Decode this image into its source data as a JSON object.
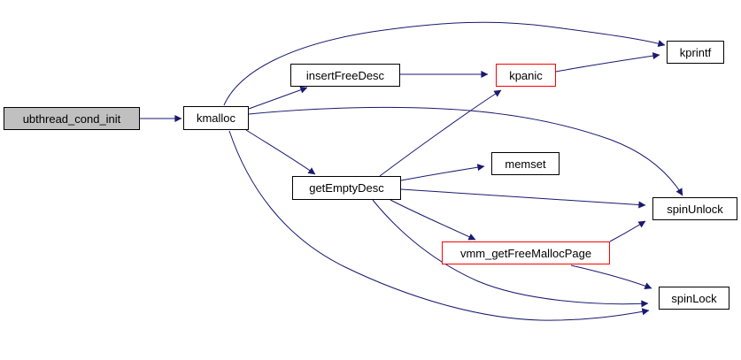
{
  "diagram": {
    "kind": "call-graph",
    "colors": {
      "background": "#ffffff",
      "edge": "#191970",
      "node_border": "#000000",
      "node_fill": "#ffffff",
      "root_fill": "#c0c0c0",
      "alert_border": "#ff0000",
      "text": "#000000"
    },
    "nodes": [
      {
        "id": "ubthread_cond_init",
        "label": "ubthread_cond_init",
        "style": "root"
      },
      {
        "id": "kmalloc",
        "label": "kmalloc",
        "style": "normal"
      },
      {
        "id": "insertFreeDesc",
        "label": "insertFreeDesc",
        "style": "normal"
      },
      {
        "id": "kpanic",
        "label": "kpanic",
        "style": "alert"
      },
      {
        "id": "kprintf",
        "label": "kprintf",
        "style": "normal"
      },
      {
        "id": "getEmptyDesc",
        "label": "getEmptyDesc",
        "style": "normal"
      },
      {
        "id": "memset",
        "label": "memset",
        "style": "normal"
      },
      {
        "id": "spinUnlock",
        "label": "spinUnlock",
        "style": "normal"
      },
      {
        "id": "vmm_getFreeMallocPage",
        "label": "vmm_getFreeMallocPage",
        "style": "alert"
      },
      {
        "id": "spinLock",
        "label": "spinLock",
        "style": "normal"
      }
    ],
    "edges": [
      {
        "from": "ubthread_cond_init",
        "to": "kmalloc"
      },
      {
        "from": "kmalloc",
        "to": "insertFreeDesc"
      },
      {
        "from": "kmalloc",
        "to": "kprintf"
      },
      {
        "from": "kmalloc",
        "to": "spinUnlock"
      },
      {
        "from": "kmalloc",
        "to": "getEmptyDesc"
      },
      {
        "from": "kmalloc",
        "to": "spinLock"
      },
      {
        "from": "insertFreeDesc",
        "to": "kpanic"
      },
      {
        "from": "kpanic",
        "to": "kprintf"
      },
      {
        "from": "getEmptyDesc",
        "to": "kpanic"
      },
      {
        "from": "getEmptyDesc",
        "to": "memset"
      },
      {
        "from": "getEmptyDesc",
        "to": "spinUnlock"
      },
      {
        "from": "getEmptyDesc",
        "to": "vmm_getFreeMallocPage"
      },
      {
        "from": "getEmptyDesc",
        "to": "spinLock"
      },
      {
        "from": "vmm_getFreeMallocPage",
        "to": "spinUnlock"
      },
      {
        "from": "vmm_getFreeMallocPage",
        "to": "spinLock"
      }
    ]
  }
}
